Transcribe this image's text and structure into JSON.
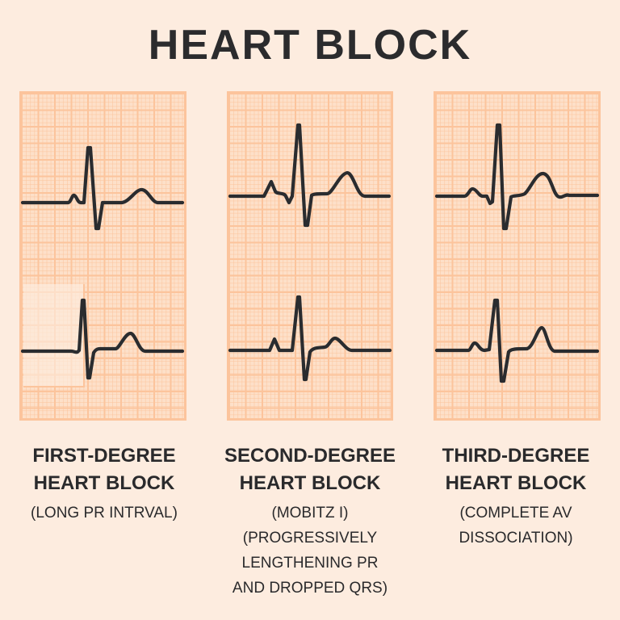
{
  "title": "HEART BLOCK",
  "colors": {
    "background": "#fdecdf",
    "grid_major": "#fcc49c",
    "grid_fill": "#fde0c9",
    "trace": "#2a2c2f",
    "text": "#2a2a2c"
  },
  "panels": [
    {
      "name": "FIRST-DEGREE",
      "name2": "HEART BLOCK",
      "subtitle": "(LONG PR INTRVAL)",
      "strips": [
        "rhythm-strip-top",
        "rhythm-strip-bottom"
      ]
    },
    {
      "name": "SECOND-DEGREE",
      "name2": "HEART BLOCK",
      "subtitle": "(MOBITZ I)",
      "subtitle_lines": [
        "(PROGRESSIVELY",
        "LENGTHENING PR",
        "AND DROPPED QRS)"
      ]
    },
    {
      "name": "THIRD-DEGREE",
      "name2": "HEART BLOCK",
      "subtitle_lines": [
        "(COMPLETE AV",
        "DISSOCIATION)"
      ]
    }
  ]
}
